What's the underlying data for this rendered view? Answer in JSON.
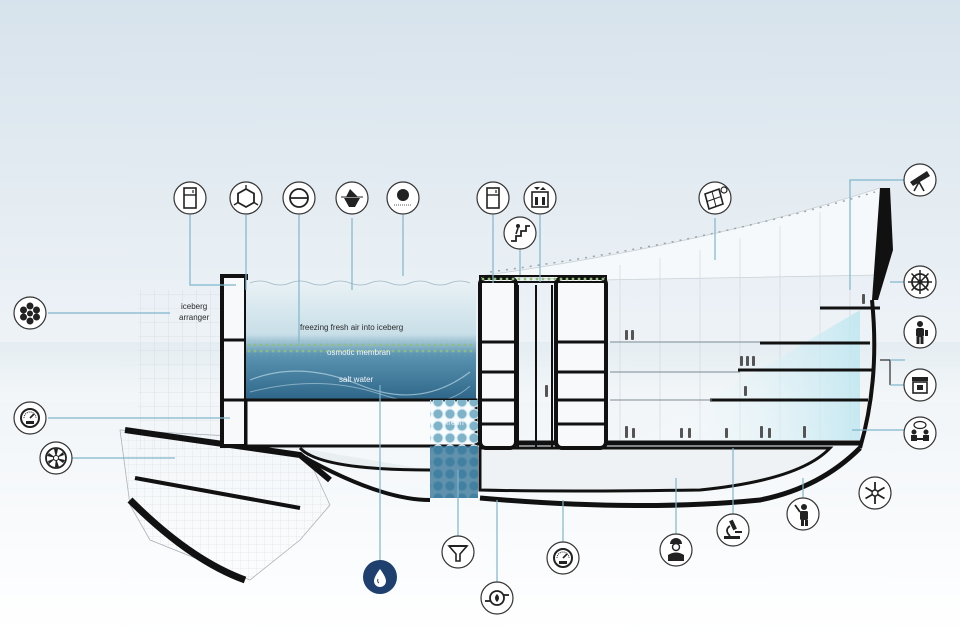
{
  "labels": {
    "iceberg": "iceberg",
    "arranger": "arranger",
    "freezing": "freezing fresh air into iceberg",
    "osmotic": "osmotic membran",
    "saltwater": "salt water",
    "fresh": "fresh"
  },
  "icons": [
    "refrigerator-icon",
    "hexagon-molecule-icon",
    "membrane-filter-icon",
    "iceberg-icon",
    "sun-dial-icon",
    "refrigerator-icon",
    "elevator-icon",
    "stairs-icon",
    "solar-panel-icon",
    "telescope-icon",
    "molecules-icon",
    "ship-wheel-icon",
    "person-icon",
    "kiosk-icon",
    "meeting-icon",
    "pressure-gauge-icon",
    "turbine-icon",
    "snowflake-icon",
    "water-drop-icon",
    "funnel-icon",
    "pump-icon",
    "pressure-gauge-icon",
    "worker-icon",
    "microscope-icon",
    "ranger-icon"
  ],
  "colors": {
    "sky_top": "#dbe6ef",
    "sky_bottom": "#f7fafc",
    "structure": "#111111",
    "water_dark": "#2f6f93",
    "water_light": "#9cc6d9",
    "leader": "#7fb6cc",
    "membrane_green": "#9fc98c"
  }
}
